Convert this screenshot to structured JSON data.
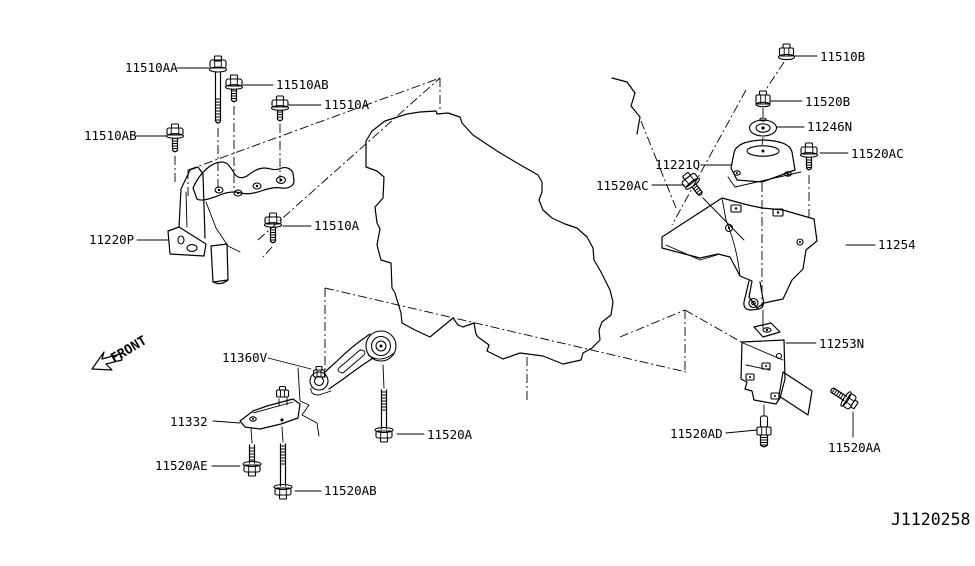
{
  "page": {
    "background_color": "#ffffff",
    "line_color": "#000000",
    "description_labels_font": "technical monospace callouts"
  },
  "diagram": {
    "drawing_code": "J1120258",
    "front_label": "FRONT",
    "part_labels": {
      "11510AA": "11510AA",
      "11510AB": "11510AB",
      "11510A": "11510A",
      "11220P": "11220P",
      "11360V": "11360V",
      "11332": "11332",
      "11520AE": "11520AE",
      "11520AB": "11520AB",
      "11520A": "11520A",
      "11510B": "11510B",
      "11520B": "11520B",
      "11246N": "11246N",
      "11520AC": "11520AC",
      "11221Q": "11221Q",
      "11254": "11254",
      "11253N": "11253N",
      "11520AD": "11520AD",
      "11520AA": "11520AA"
    }
  }
}
